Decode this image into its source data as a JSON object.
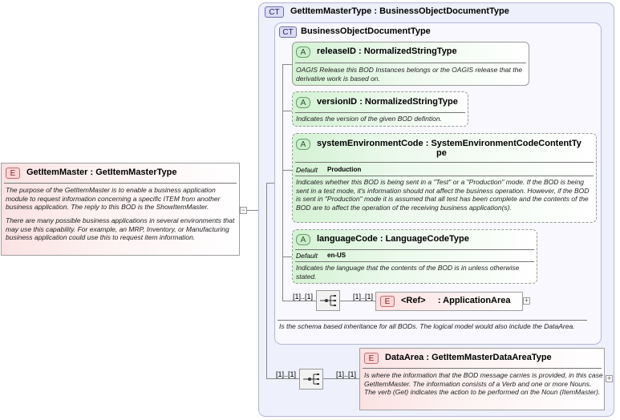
{
  "root": {
    "badge": "E",
    "name": "GetItemMaster",
    "type": "GetItemMasterType",
    "doc1": "The purpose of the GetItemMaster is to enable a business application module to request information concerning a specific ITEM from another business application.  The reply to this BOD is the ShowItemMaster.",
    "doc2": "There are many possible business applications in several environments that may use this capability.  For example, an MRP, Inventory, or Manufacturing business application could use this to request item information."
  },
  "outer_type": {
    "badge": "CT",
    "name": "GetItemMasterType",
    "base": "BusinessObjectDocumentType"
  },
  "inner_type": {
    "badge": "CT",
    "name": "BusinessObjectDocumentType",
    "doc": "Is the schema based inheritance for all BODs. The logical model would also include the DataArea."
  },
  "attributes": [
    {
      "badge": "A",
      "name": "releaseID",
      "type": "NormalizedStringType",
      "doc": "OAGIS Release this BOD Instances belongs or the OAGIS release that the derivative work is based on."
    },
    {
      "badge": "A",
      "name": "versionID",
      "type": "NormalizedStringType",
      "doc": "Indicates the version of the given BOD defintion."
    },
    {
      "badge": "A",
      "name": "systemEnvironmentCode",
      "type_line1": "SystemEnvironmentCodeContentTy",
      "type_line2": "pe",
      "default_label": "Default",
      "default_value": "Production",
      "doc": "Indicates whether this BOD is being sent in a \"Test\" or a \"Production\" mode. If the BOD is being sent in a test mode, it's information should not affect the business operation. However, if the BOD is sent in \"Production\" mode it is assumed that all test has been complete and the contents of the BOD are to affect the operation of the receiving business application(s)."
    },
    {
      "badge": "A",
      "name": "languageCode",
      "type": "LanguageCodeType",
      "default_label": "Default",
      "default_value": "en-US",
      "doc": "Indicates the language that the contents of the BOD is in unless otherwise stated."
    }
  ],
  "application_area": {
    "badge": "E",
    "name": "<Ref>",
    "type": "ApplicationArea",
    "card_left": "[1]..[1]",
    "card_right": "[1]..[1]"
  },
  "data_area": {
    "badge": "E",
    "name": "DataArea",
    "type": "GetItemMasterDataAreaType",
    "card_left": "[1]..[1]",
    "card_right": "[1]..[1]",
    "doc": "Is where the information that the BOD message carries is provided, in this case GetItemMaster. The information consists of a Verb and one or more Nouns. The verb (Get) indicates the action to be performed on the Noun (ItemMaster)."
  },
  "colors": {
    "element_fill": "#fbe2e2",
    "attribute_fill": "#d4f2d4",
    "type_fill": "#eef0fb",
    "type_border": "#b5b5d8"
  },
  "icons": [
    "sequence-icon",
    "expand-plus-icon",
    "collapse-minus-icon"
  ]
}
